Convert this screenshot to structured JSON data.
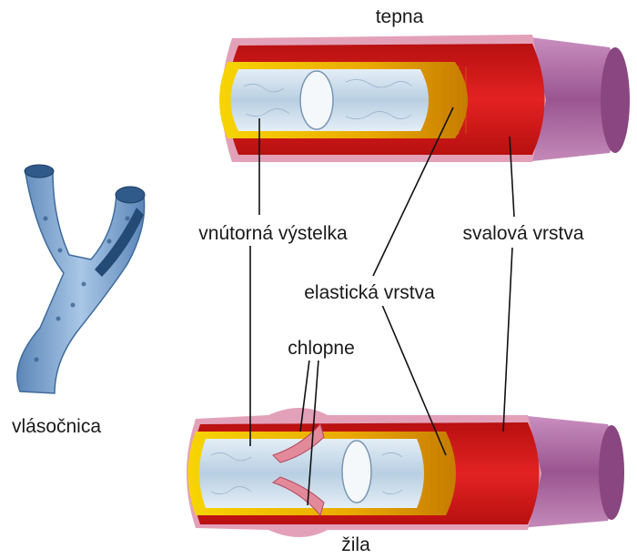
{
  "labels": {
    "artery": "tepna",
    "vein": "žila",
    "capillary": "vlásočnica",
    "inner_lining": "vnútorná výstelka",
    "muscle_layer": "svalová vrstva",
    "elastic_layer": "elastická vrstva",
    "valves": "chlopne"
  },
  "colors": {
    "outer_layer": "#a7669b",
    "muscle": "#d61a1a",
    "elastic": "#f0c000",
    "lining": "#c9dbe8",
    "capillary": "#7fa6cf"
  }
}
